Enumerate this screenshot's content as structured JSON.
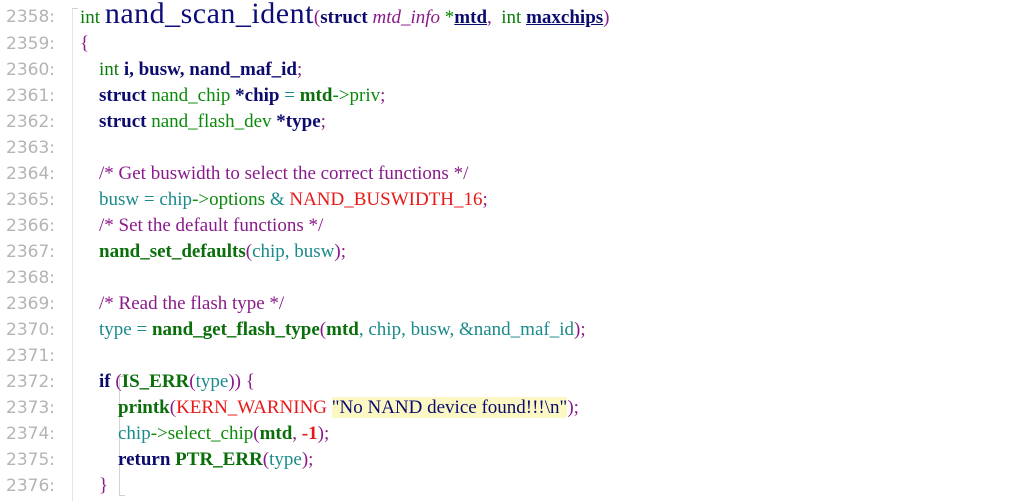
{
  "editor": {
    "line_numbers": [
      "2358:",
      "2359:",
      "2360:",
      "2361:",
      "2362:",
      "2363:",
      "2364:",
      "2365:",
      "2366:",
      "2367:",
      "2368:",
      "2369:",
      "2370:",
      "2371:",
      "2372:",
      "2373:",
      "2374:",
      "2375:",
      "2376:"
    ],
    "lines": {
      "l2358": {
        "ret_type": "int",
        "fn_name": "nand_scan_ident",
        "open_paren": "(",
        "struct_kw": "struct",
        "param1_type": "mtd_info",
        "star": "*",
        "param1_name": "mtd",
        "comma": ",",
        "param2_type": "int",
        "param2_name": "maxchips",
        "close_paren": ")"
      },
      "l2359": {
        "brace": "{"
      },
      "l2360": {
        "type": "int",
        "vars": "i, busw, nand_maf_id",
        "semi": ";"
      },
      "l2361": {
        "struct_kw": "struct",
        "type": "nand_chip",
        "var": "*chip",
        "eq": " = ",
        "rhs_var": "mtd",
        "arrow": "->",
        "member": "priv",
        "semi": ";"
      },
      "l2362": {
        "struct_kw": "struct",
        "type": "nand_flash_dev",
        "var": "*type",
        "semi": ";"
      },
      "l2364": {
        "comment": "/* Get buswidth to select the correct functions */"
      },
      "l2365": {
        "lhs": "busw",
        "eq": " = ",
        "obj": "chip",
        "arrow": "->",
        "member": "options",
        "amp": " & ",
        "macro": "NAND_BUSWIDTH_16",
        "semi": ";"
      },
      "l2366": {
        "comment": "/* Set the default functions */"
      },
      "l2367": {
        "fn": "nand_set_defaults",
        "open": "(",
        "args": "chip, busw",
        "close": ")",
        "semi": ";"
      },
      "l2369": {
        "comment": "/* Read the flash type */"
      },
      "l2370": {
        "lhs": "type",
        "eq": " = ",
        "fn": "nand_get_flash_type",
        "open": "(",
        "arg1": "mtd",
        "rest": ", chip, busw, &nand_maf_id",
        "close": ")",
        "semi": ";"
      },
      "l2372": {
        "kw": "if",
        "open1": " (",
        "fn": "IS_ERR",
        "open2": "(",
        "arg": "type",
        "close": "))",
        "brace": " {"
      },
      "l2373": {
        "fn": "printk",
        "open": "(",
        "macro": "KERN_WARNING",
        "space": " ",
        "string": "\"No NAND device found!!!\\n\"",
        "close": ")",
        "semi": ";"
      },
      "l2374": {
        "obj": "chip",
        "arrow": "->",
        "member": "select_chip",
        "open": "(",
        "arg1": "mtd",
        "comma": ", ",
        "num": "-1",
        "close": ")",
        "semi": ";"
      },
      "l2375": {
        "kw": "return",
        "fn": "PTR_ERR",
        "open": "(",
        "arg": "type",
        "close": ")",
        "semi": ";"
      },
      "l2376": {
        "brace": "}"
      }
    }
  }
}
